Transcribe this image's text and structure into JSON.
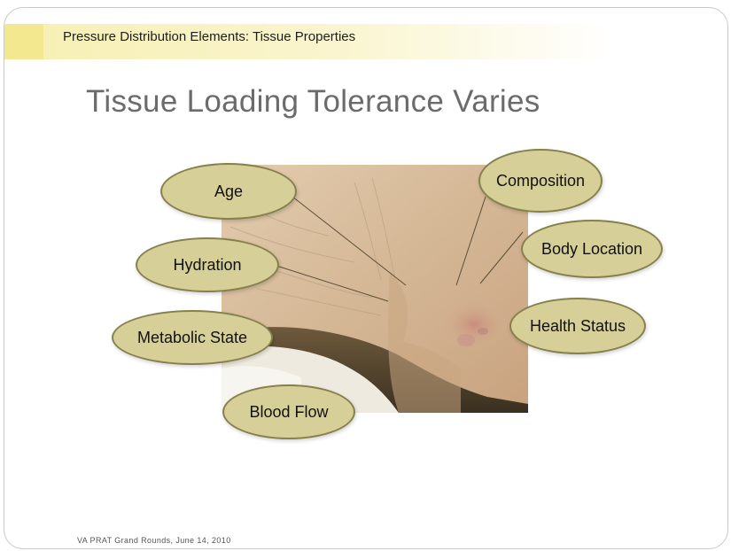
{
  "header": {
    "text": "Pressure Distribution Elements: Tissue Properties"
  },
  "title": "Tissue Loading Tolerance Varies",
  "image": {
    "description_icon": "skin-photo"
  },
  "factors": [
    {
      "label": "Age"
    },
    {
      "label": "Hydration"
    },
    {
      "label": "Metabolic State"
    },
    {
      "label": "Blood Flow"
    },
    {
      "label": "Composition"
    },
    {
      "label": "Body Location"
    },
    {
      "label": "Health Status"
    }
  ],
  "footer": {
    "text": "VA PRAT Grand Rounds, June 14, 2010"
  },
  "colors": {
    "bubble_fill": "#d6cf97",
    "bubble_border": "#86814c",
    "header_band": "#f6efb2",
    "title": "#6b6b6b"
  }
}
